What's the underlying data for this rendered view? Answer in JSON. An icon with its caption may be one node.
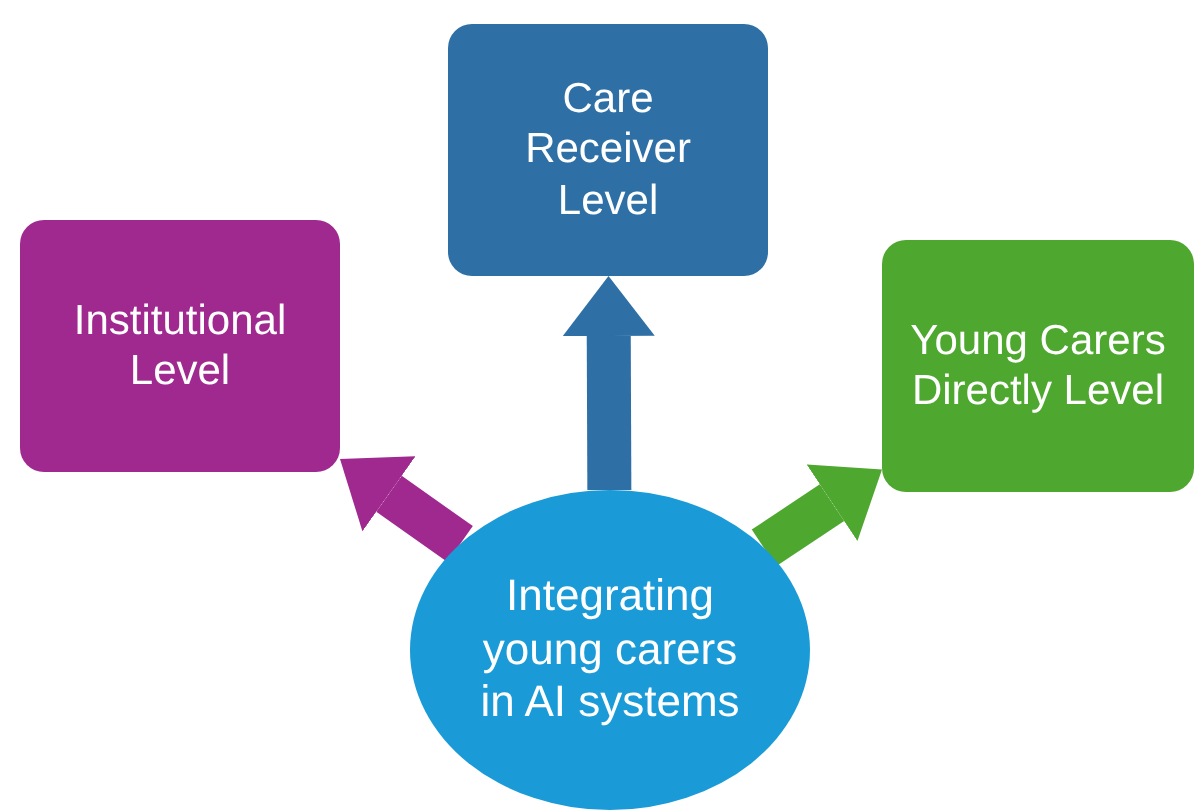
{
  "diagram": {
    "nodes": [
      {
        "text": [
          "Care Receiver Level"
        ]
      },
      {
        "text": [
          "Institutional Level"
        ]
      },
      {
        "text": [
          "Young Carers Directly Level"
        ]
      },
      {
        "text": [
          "Integrating young carers in AI systems"
        ]
      }
    ],
    "edges": [
      {
        "from": 3,
        "to": 0,
        "arrow": "to",
        "color": "#2e6fa5"
      },
      {
        "from": 3,
        "to": 1,
        "arrow": "to",
        "color": "#a0298f"
      },
      {
        "from": 3,
        "to": 2,
        "arrow": "to",
        "color": "#4ea72e"
      }
    ]
  }
}
